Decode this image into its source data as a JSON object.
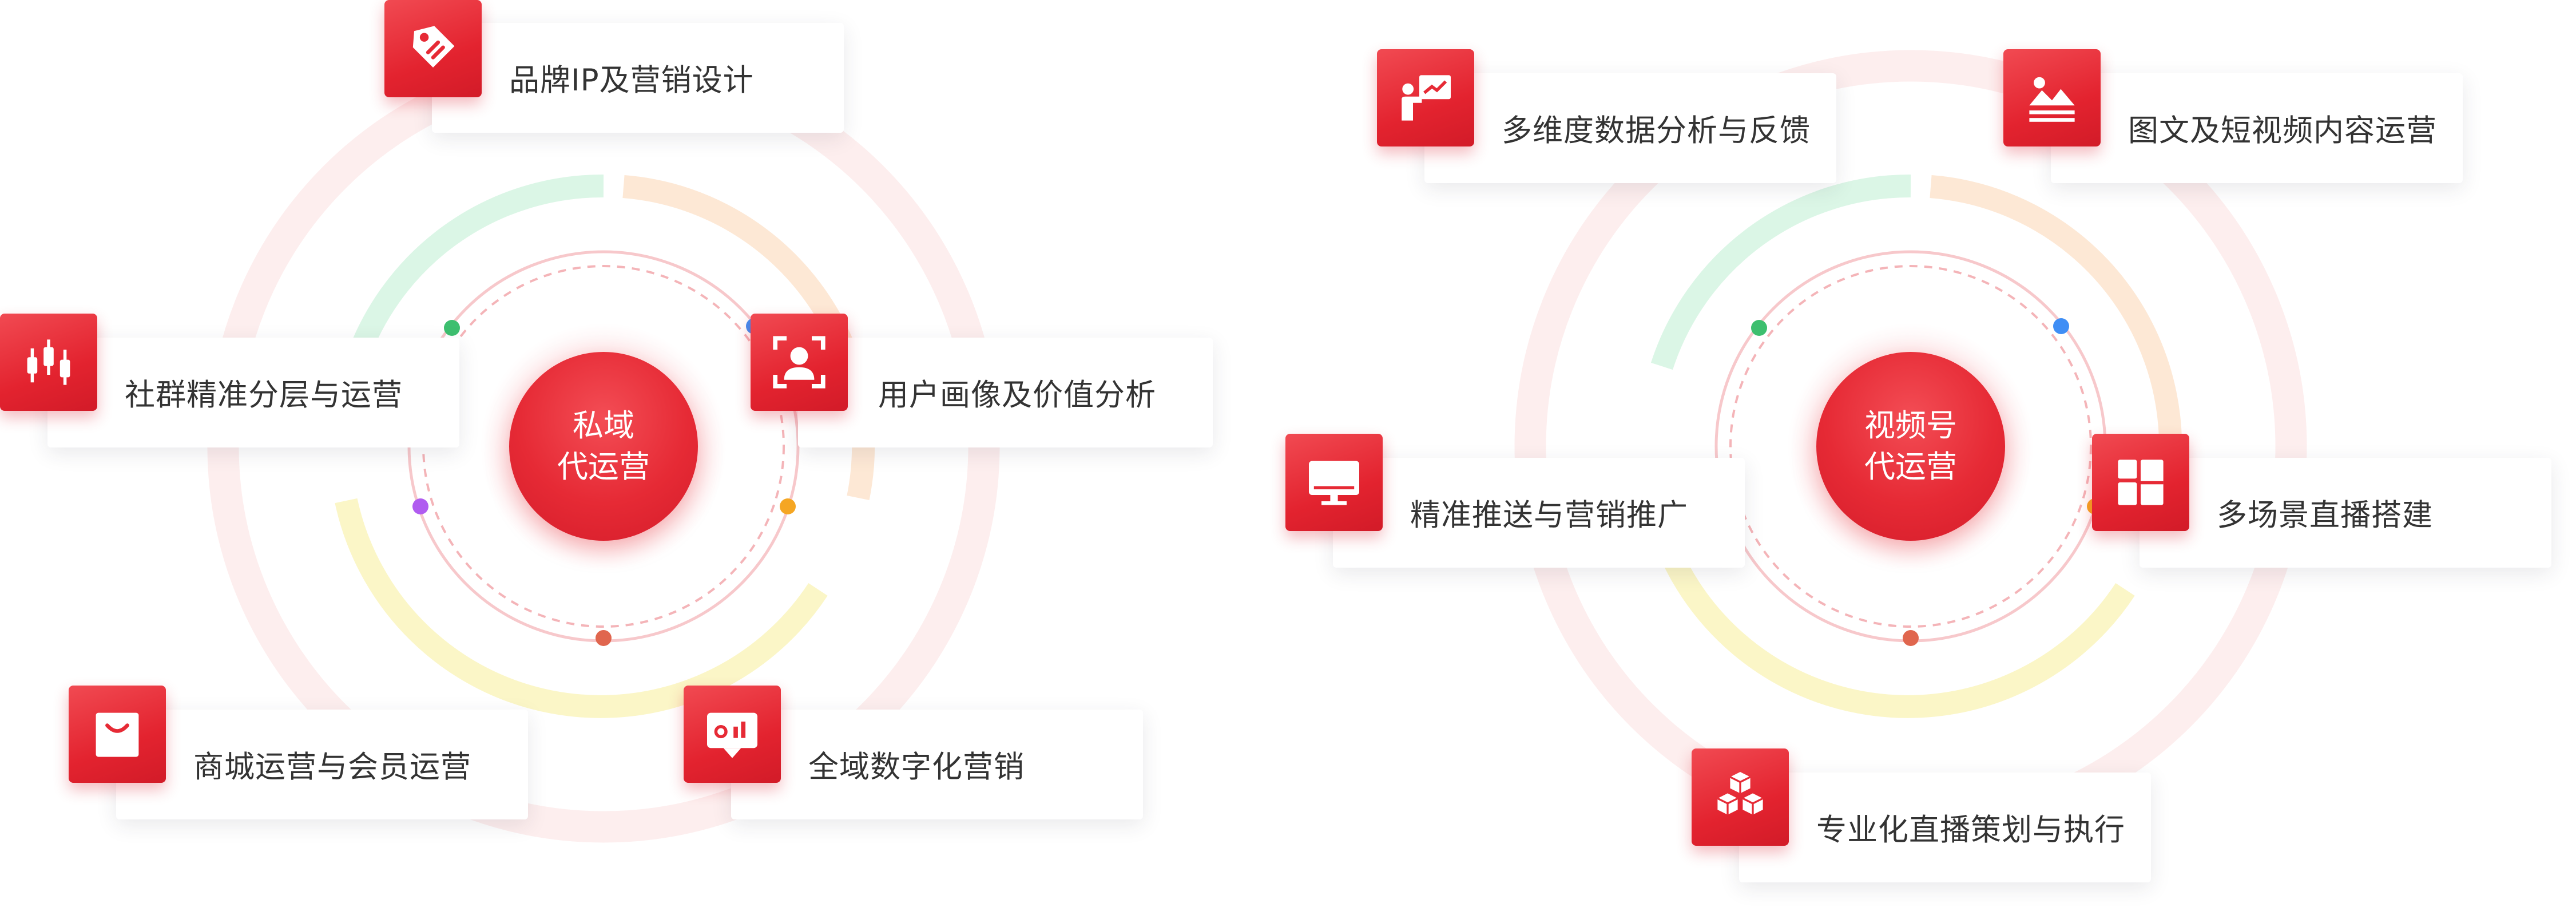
{
  "private_ops": {
    "hub": {
      "line1": "私域",
      "line2": "代运营"
    },
    "items": [
      {
        "label": "品牌IP及营销设计",
        "icon": "tag-icon"
      },
      {
        "label": "社群精准分层与运营",
        "icon": "candlestick-icon"
      },
      {
        "label": "用户画像及价值分析",
        "icon": "user-scan-icon"
      },
      {
        "label": "商城运营与会员运营",
        "icon": "shopping-bag-icon"
      },
      {
        "label": "全域数字化营销",
        "icon": "chart-board-icon"
      }
    ]
  },
  "video_ops": {
    "hub": {
      "line1": "视频号",
      "line2": "代运营"
    },
    "items": [
      {
        "label": "多维度数据分析与反馈",
        "icon": "presenter-chart-icon"
      },
      {
        "label": "图文及短视频内容运营",
        "icon": "image-text-icon"
      },
      {
        "label": "精准推送与营销推广",
        "icon": "monitor-icon"
      },
      {
        "label": "多场景直播搭建",
        "icon": "layout-blocks-icon"
      },
      {
        "label": "专业化直播策划与执行",
        "icon": "cubes-icon"
      }
    ]
  },
  "colors": {
    "brand_red": "#e62a35",
    "dot_green": "#3dbf6f",
    "dot_blue": "#3f8ef5",
    "dot_orange": "#f5a623",
    "dot_purple": "#b05cf0",
    "dot_red": "#e0664e"
  }
}
